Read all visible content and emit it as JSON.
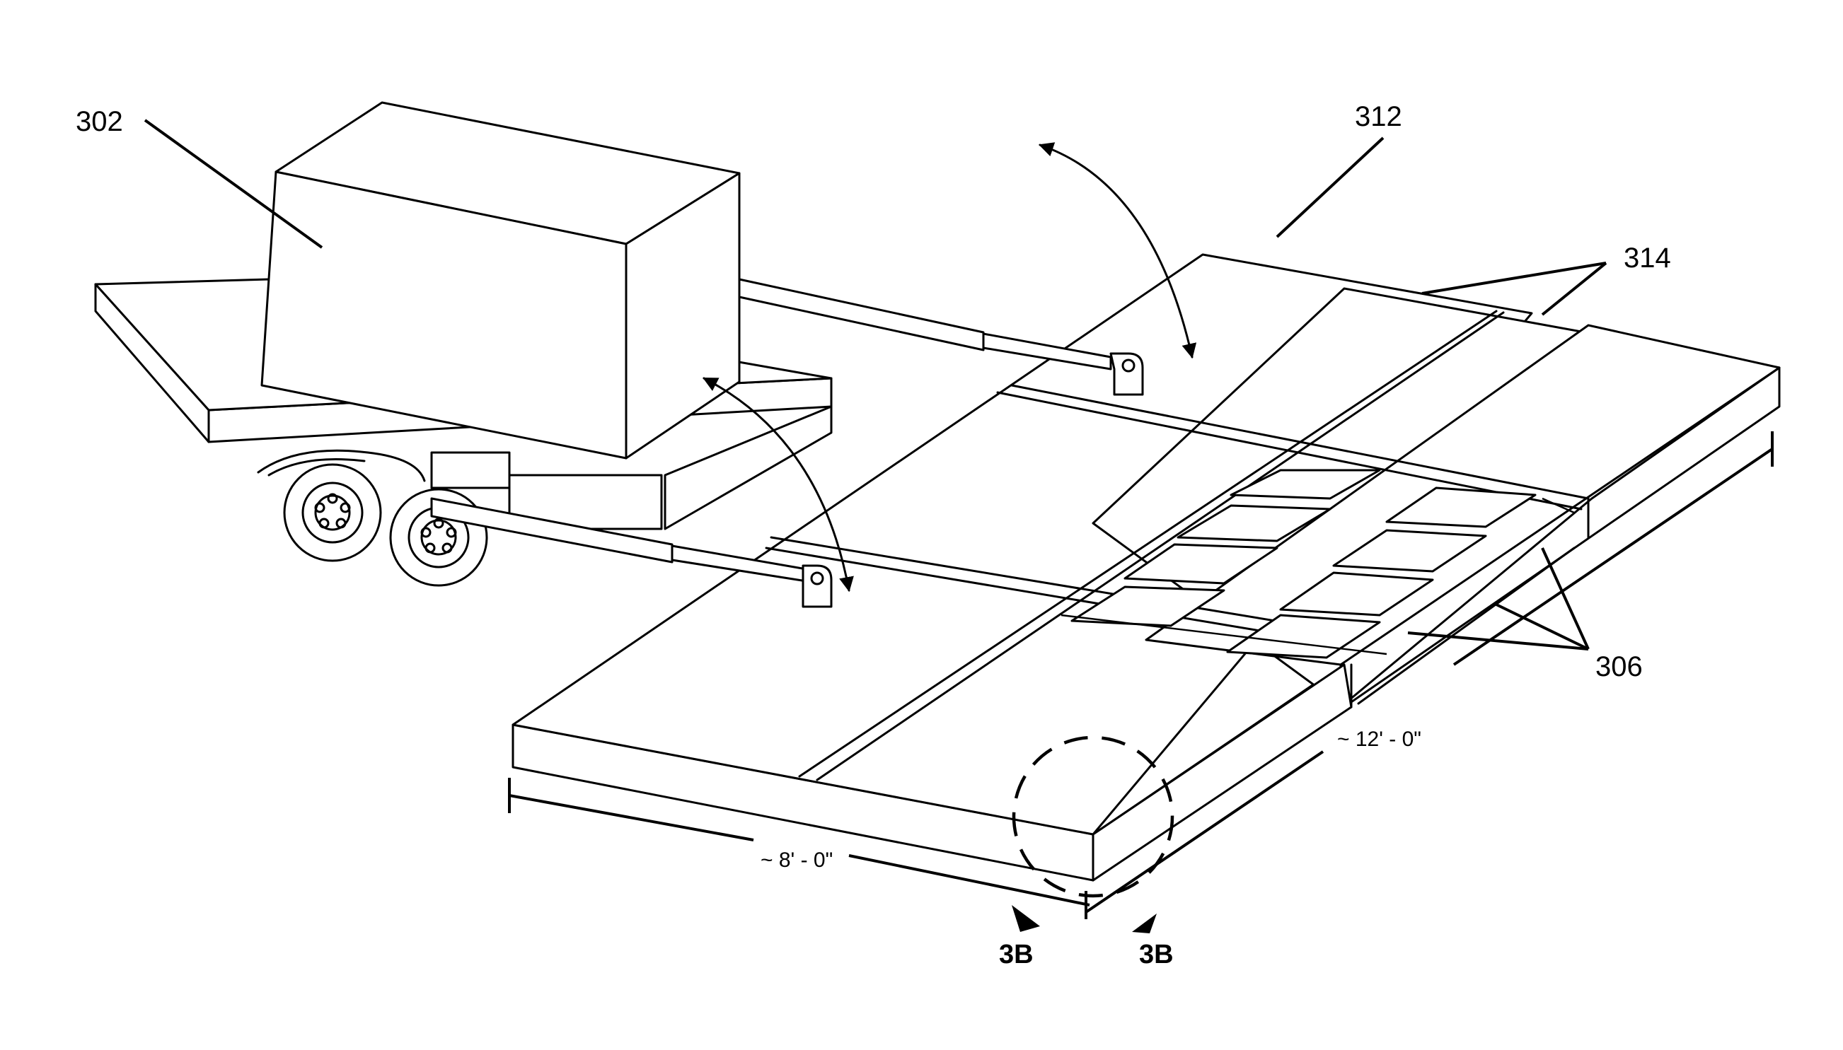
{
  "labels": {
    "trailer_box": "302",
    "mat_assembly": "312",
    "mat_sections": "314",
    "sensors": "306",
    "section_left": "3B",
    "section_right": "3B"
  },
  "dimensions": {
    "width": "~ 8' - 0\"",
    "length": "~ 12' - 0\""
  }
}
